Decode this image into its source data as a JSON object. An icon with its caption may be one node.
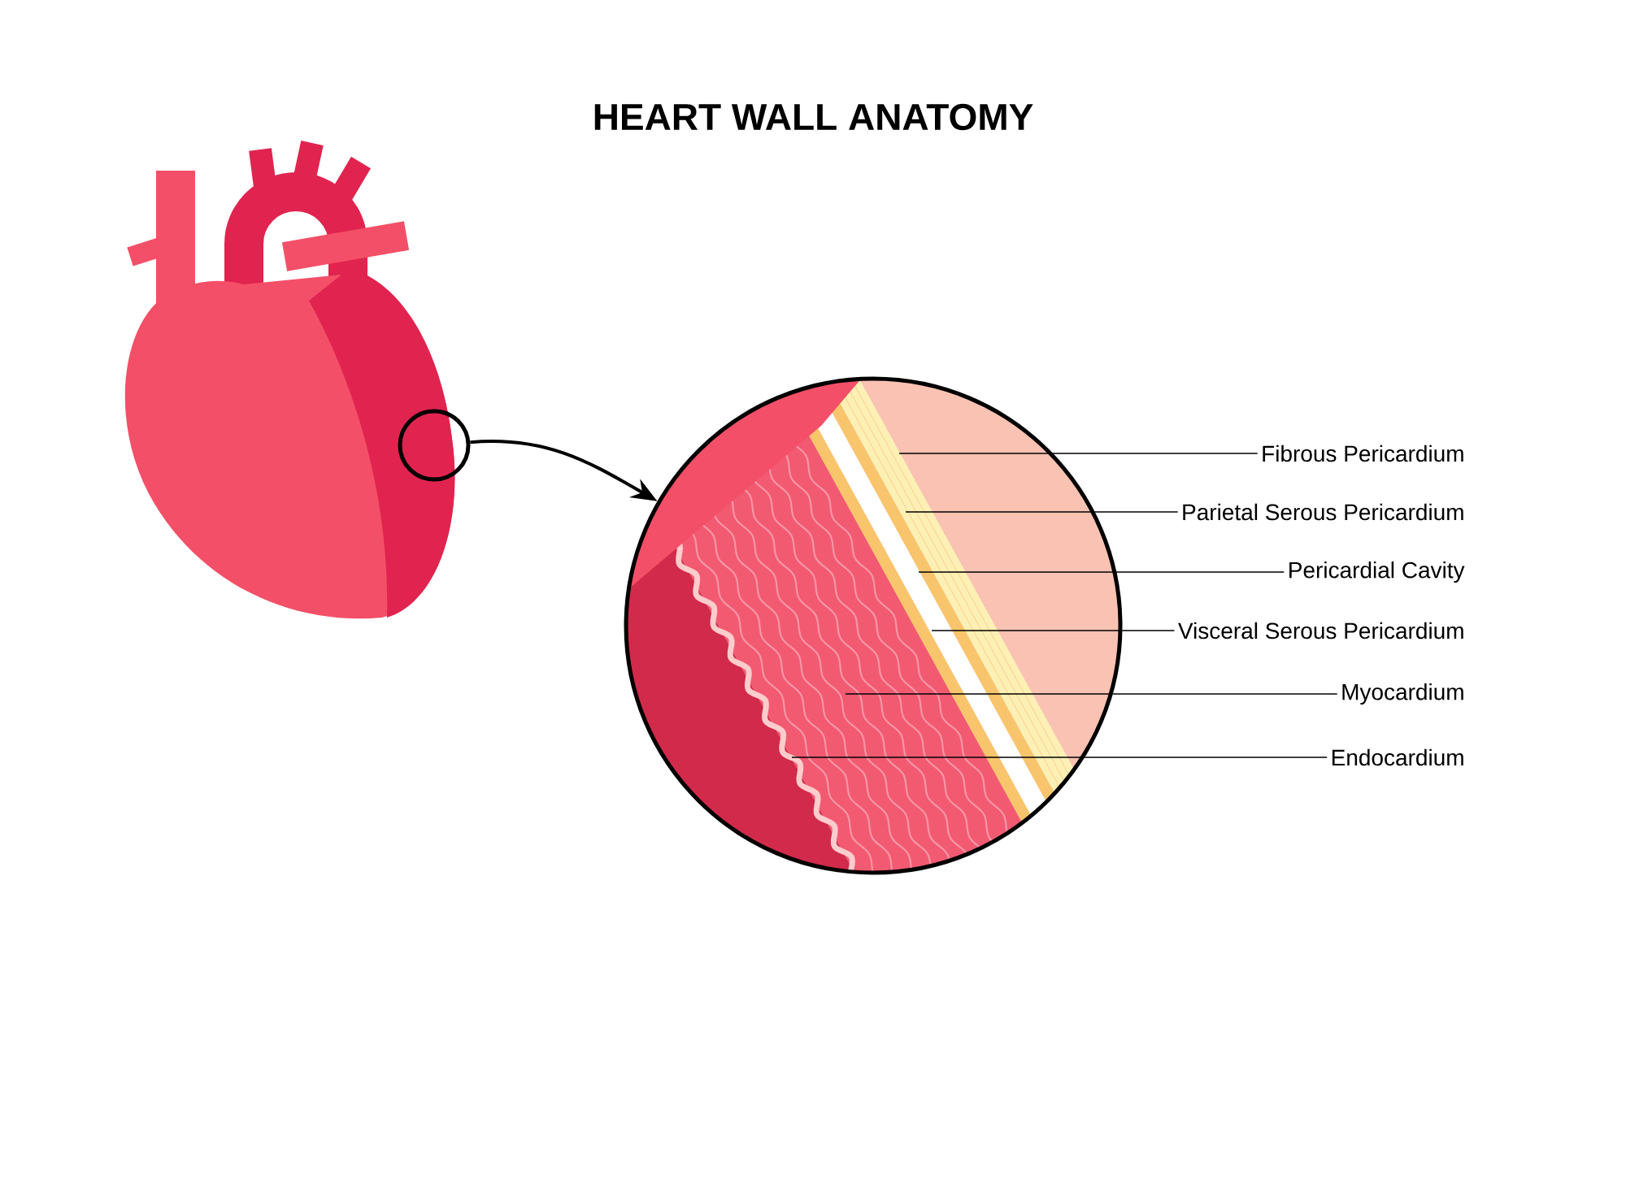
{
  "diagram": {
    "title": "HEART WALL ANATOMY",
    "nodes": [
      {
        "text": [],
        "shape": "circle"
      },
      {
        "text": [],
        "shape": "circle"
      },
      {
        "text": [
          "Fibrous Pericardium"
        ]
      },
      {
        "text": [
          "Parietal Serous Pericardium"
        ]
      },
      {
        "text": [
          "Pericardial Cavity"
        ]
      },
      {
        "text": [
          "Visceral Serous Pericardium"
        ]
      },
      {
        "text": [
          "Myocardium"
        ]
      },
      {
        "text": [
          "Endocardium"
        ]
      }
    ],
    "edges": [
      {
        "from": 0,
        "to": 1,
        "arrow": "to"
      },
      {
        "from": 2,
        "to": 1,
        "arrow": "none"
      },
      {
        "from": 3,
        "to": 1,
        "arrow": "none"
      },
      {
        "from": 4,
        "to": 1,
        "arrow": "none"
      },
      {
        "from": 5,
        "to": 1,
        "arrow": "none"
      },
      {
        "from": 6,
        "to": 1,
        "arrow": "none"
      },
      {
        "from": 7,
        "to": 1,
        "arrow": "none"
      }
    ]
  }
}
